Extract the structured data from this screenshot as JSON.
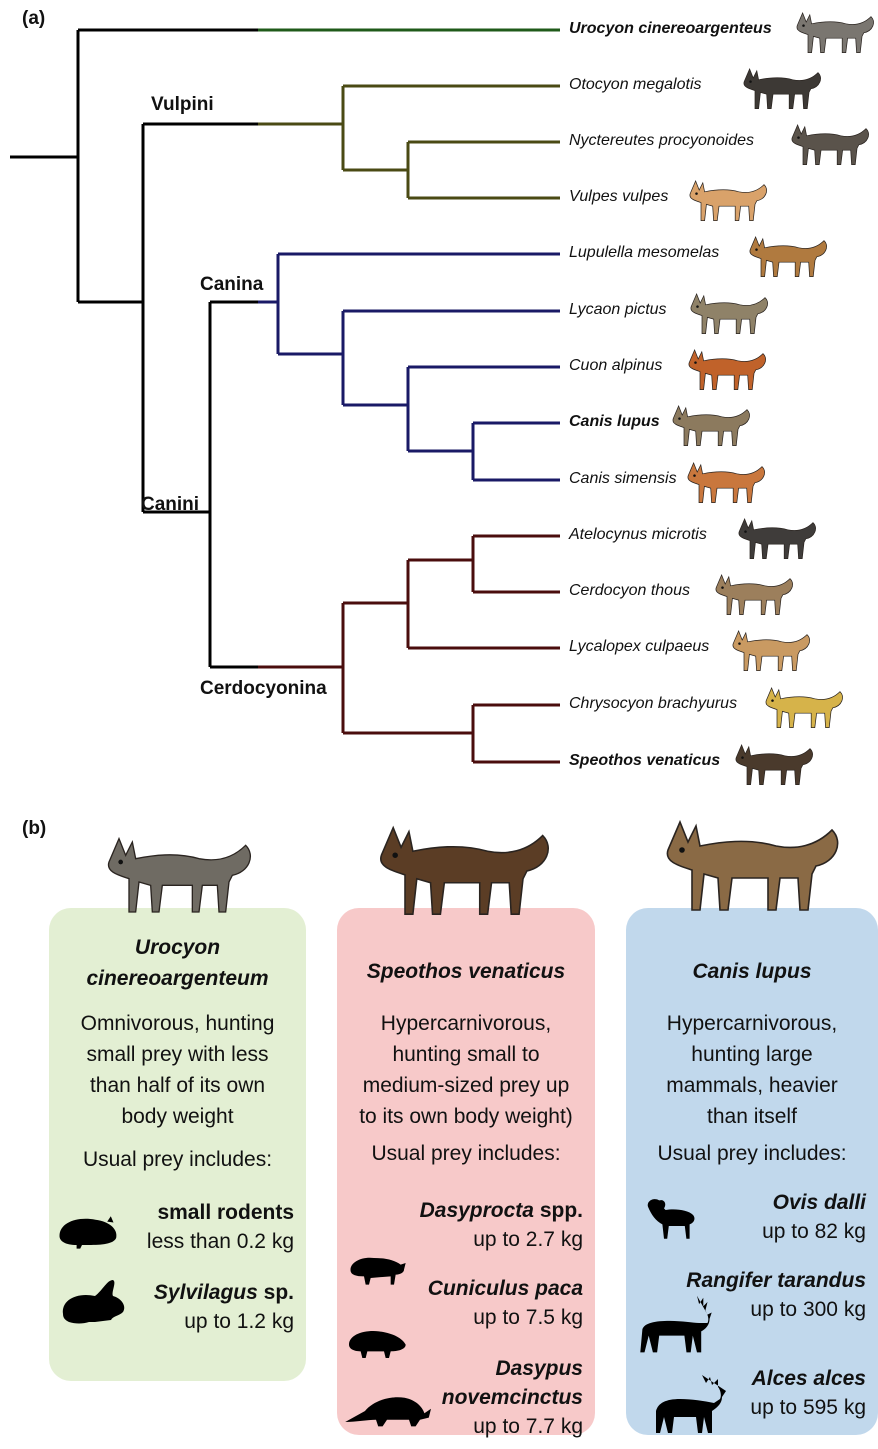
{
  "panel_a_label": "(a)",
  "panel_b_label": "(b)",
  "colors": {
    "root": "#000000",
    "urocyon": "#1f5a1a",
    "vulpini": "#4a4a14",
    "canina": "#1a1a66",
    "cerdocyonina": "#4a0d0d",
    "green_card": "#e3efd3",
    "red_card": "#f7c9c9",
    "blue_card": "#c1d8ec"
  },
  "clades": {
    "vulpini": "Vulpini",
    "canina": "Canina",
    "canini": "Canini",
    "cerdocyonina": "Cerdocyonina"
  },
  "taxa": [
    {
      "name": "Urocyon cinereoargenteus",
      "bold": true,
      "icon": "gray-fox-icon"
    },
    {
      "name": "Otocyon megalotis",
      "bold": false,
      "icon": "bat-eared-fox-icon"
    },
    {
      "name": "Nyctereutes procyonoides",
      "bold": false,
      "icon": "raccoon-dog-icon"
    },
    {
      "name": "Vulpes vulpes",
      "bold": false,
      "icon": "red-fox-icon"
    },
    {
      "name": "Lupulella mesomelas",
      "bold": false,
      "icon": "jackal-icon"
    },
    {
      "name": "Lycaon pictus",
      "bold": false,
      "icon": "wild-dog-icon"
    },
    {
      "name": "Cuon alpinus",
      "bold": false,
      "icon": "dhole-icon"
    },
    {
      "name": "Canis lupus",
      "bold": true,
      "icon": "wolf-icon"
    },
    {
      "name": "Canis simensis",
      "bold": false,
      "icon": "ethiopian-wolf-icon"
    },
    {
      "name": "Atelocynus microtis",
      "bold": false,
      "icon": "short-eared-dog-icon"
    },
    {
      "name": "Cerdocyon thous",
      "bold": false,
      "icon": "crab-eating-fox-icon"
    },
    {
      "name": "Lycalopex culpaeus",
      "bold": false,
      "icon": "culpeo-icon"
    },
    {
      "name": "Chrysocyon brachyurus",
      "bold": false,
      "icon": "maned-wolf-icon"
    },
    {
      "name": "Speothos venaticus",
      "bold": true,
      "icon": "bush-dog-icon"
    }
  ],
  "cards": [
    {
      "title": "Urocyon\ncinereoargenteum",
      "description": "Omnivorous, hunting\nsmall prey with less\nthan half of its own\nbody weight",
      "usual_prey": "Usual prey includes:",
      "portrait": "gray-fox-portrait",
      "prey": [
        {
          "name_italic": "",
          "name_plain": "small rodents",
          "weight": "less than 0.2 kg",
          "icon": "rodent-silhouette-icon"
        },
        {
          "name_italic": "Sylvilagus",
          "name_plain": " sp.",
          "weight": "up to 1.2 kg",
          "icon": "rabbit-silhouette-icon"
        }
      ]
    },
    {
      "title": "Speothos venaticus",
      "description": "Hypercarnivorous,\nhunting small to\nmedium-sized prey up\nto its own body weight)",
      "usual_prey": "Usual prey includes:",
      "portrait": "bush-dog-portrait",
      "prey": [
        {
          "name_italic": "Dasyprocta",
          "name_plain": " spp.",
          "weight": "up to 2.7 kg",
          "icon": "agouti-silhouette-icon"
        },
        {
          "name_italic": "Cuniculus paca",
          "name_plain": "",
          "weight": "up to 7.5 kg",
          "icon": "paca-silhouette-icon"
        },
        {
          "name_italic": "Dasypus\nnovemcinctus",
          "name_plain": "",
          "weight": "up to 7.7 kg",
          "icon": "armadillo-silhouette-icon"
        }
      ]
    },
    {
      "title": "Canis lupus",
      "description": "Hypercarnivorous,\nhunting large\nmammals, heavier\nthan itself",
      "usual_prey": "Usual prey includes:",
      "portrait": "wolf-portrait",
      "prey": [
        {
          "name_italic": "Ovis dalli",
          "name_plain": "",
          "weight": "up to 82 kg",
          "icon": "sheep-silhouette-icon"
        },
        {
          "name_italic": "Rangifer tarandus",
          "name_plain": "",
          "weight": "up to 300 kg",
          "icon": "reindeer-silhouette-icon"
        },
        {
          "name_italic": "Alces alces",
          "name_plain": "",
          "weight": "up to 595 kg",
          "icon": "moose-silhouette-icon"
        }
      ]
    }
  ]
}
